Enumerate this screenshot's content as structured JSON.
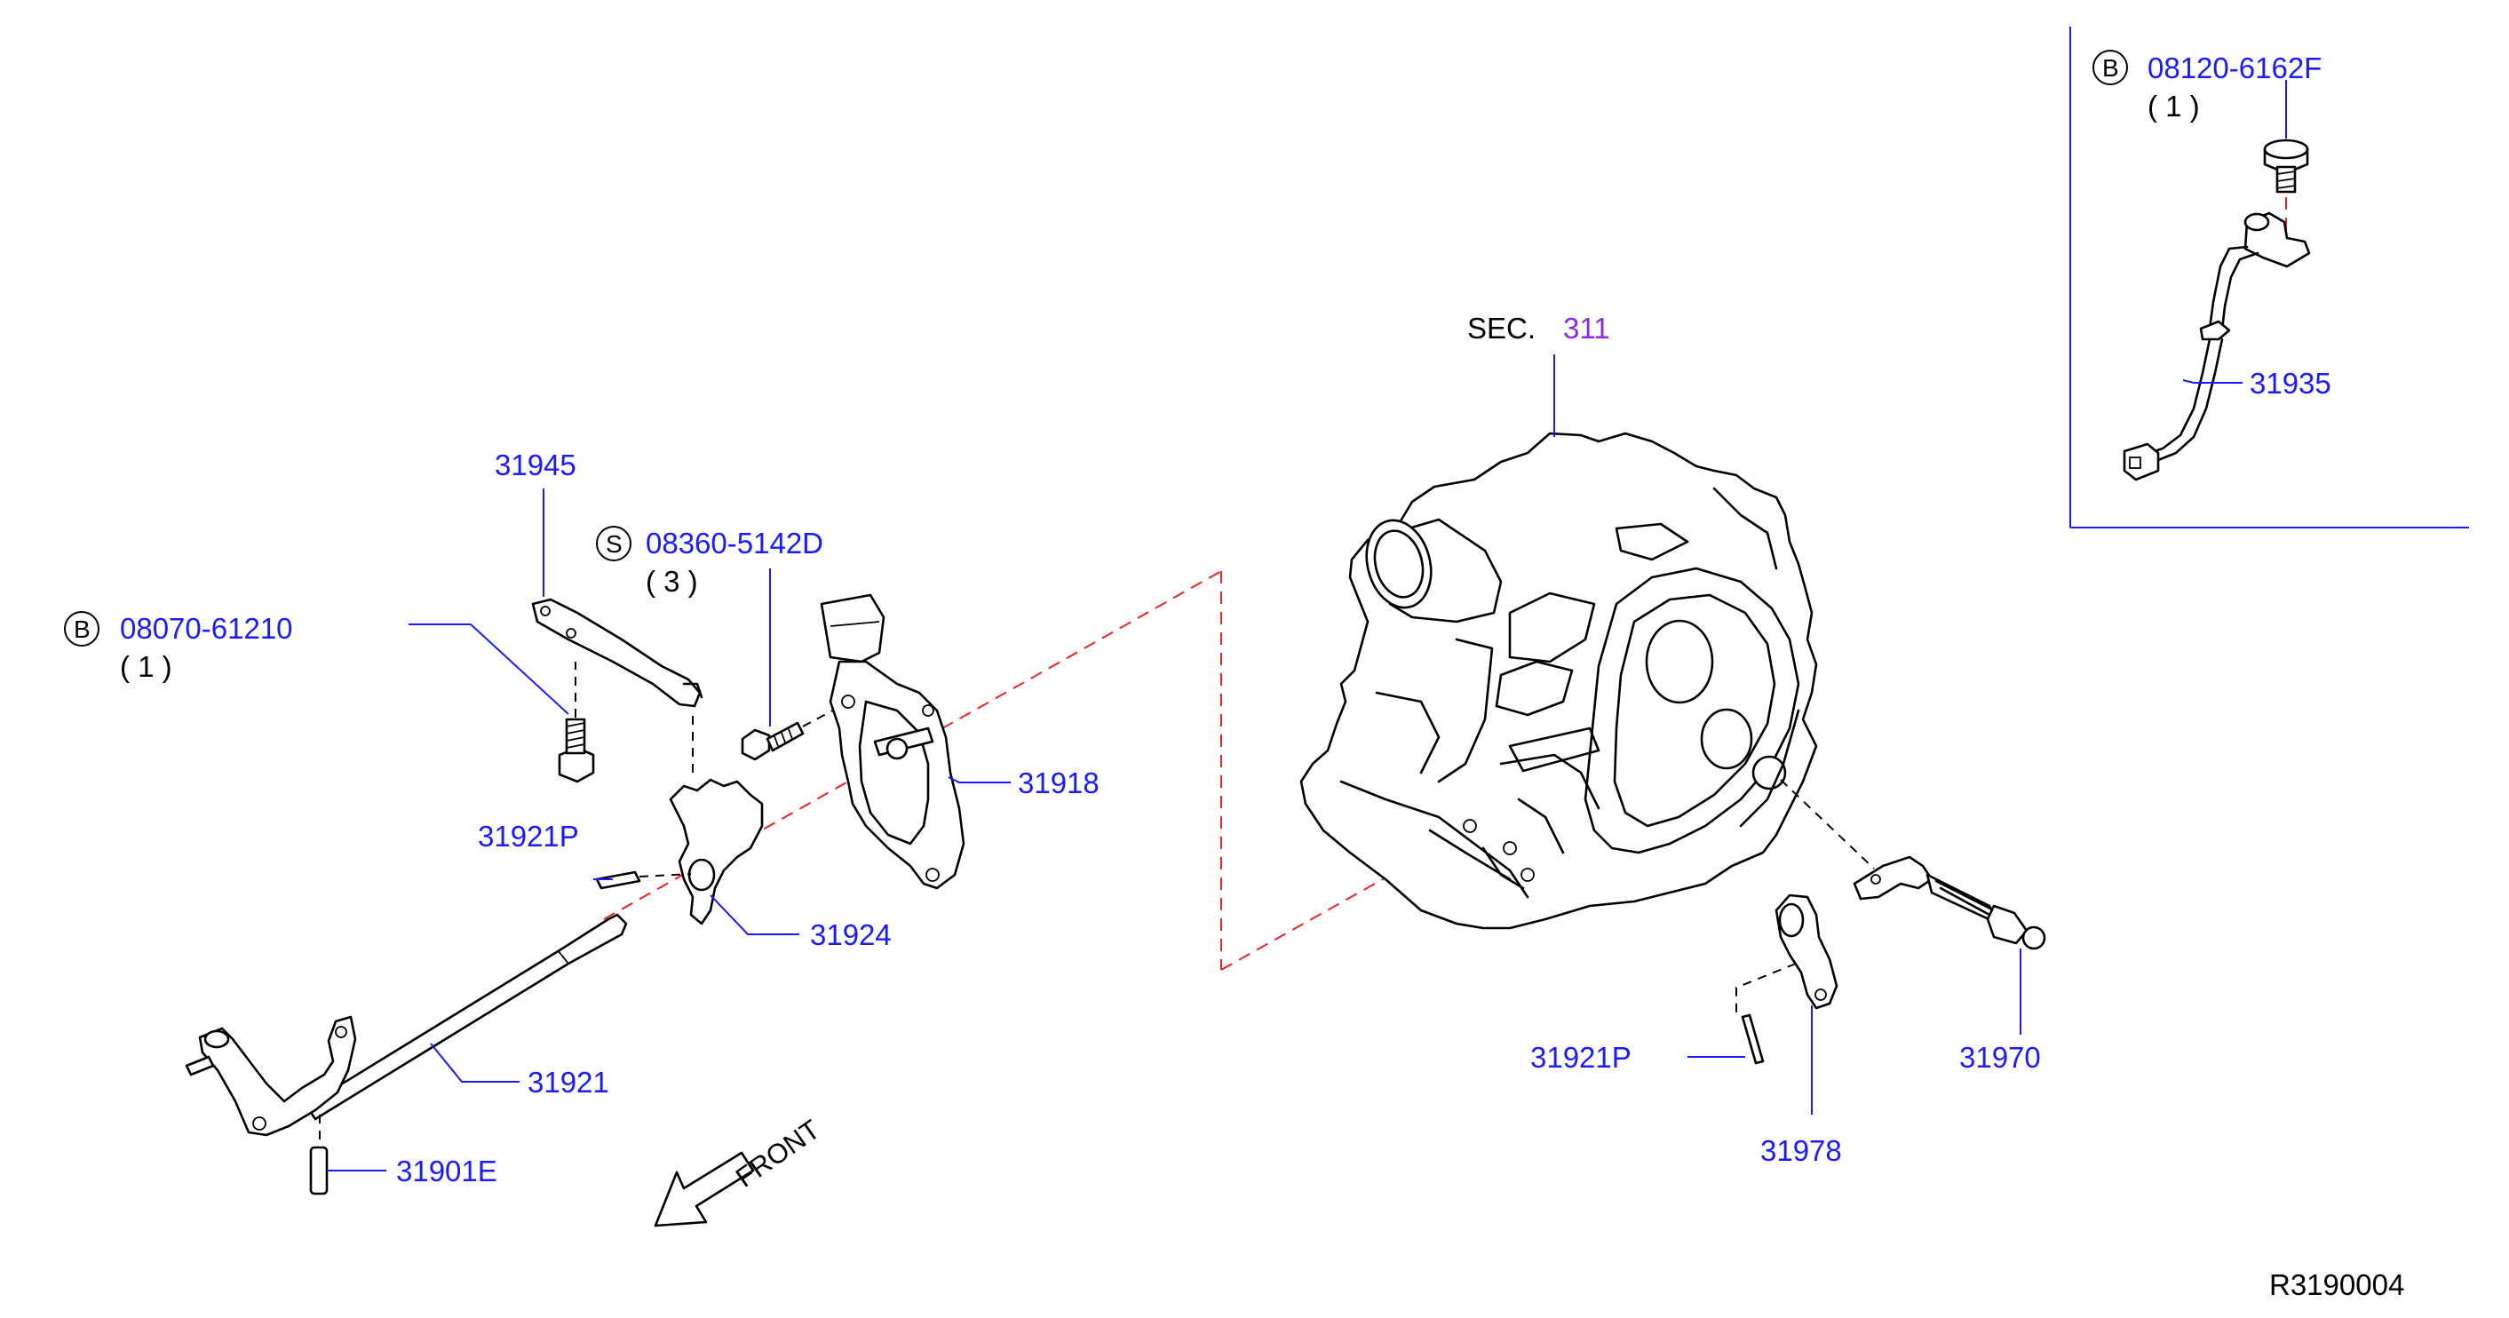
{
  "diagram_code": "R3190004",
  "section": {
    "prefix": "SEC.",
    "number": "311"
  },
  "front_label": "FRONT",
  "badge_colors": {
    "part_number": "#1a1aff",
    "section_number": "#8a2be2",
    "guide_line": "#ee2222"
  },
  "parts": {
    "p31945": "31945",
    "bolt_left": {
      "badge": "B",
      "number": "08070-61210",
      "qty": "( 1 )"
    },
    "screw_s": {
      "badge": "S",
      "number": "08360-5142D",
      "qty": "( 3 )"
    },
    "p31918": "31918",
    "p31921P_left": "31921P",
    "p31924": "31924",
    "p31921": "31921",
    "p31901E": "31901E",
    "p31921P_right": "31921P",
    "p31978": "31978",
    "p31970": "31970",
    "p31935": "31935",
    "bolt_right": {
      "badge": "B",
      "number": "08120-6162F",
      "qty": "( 1 )"
    }
  }
}
